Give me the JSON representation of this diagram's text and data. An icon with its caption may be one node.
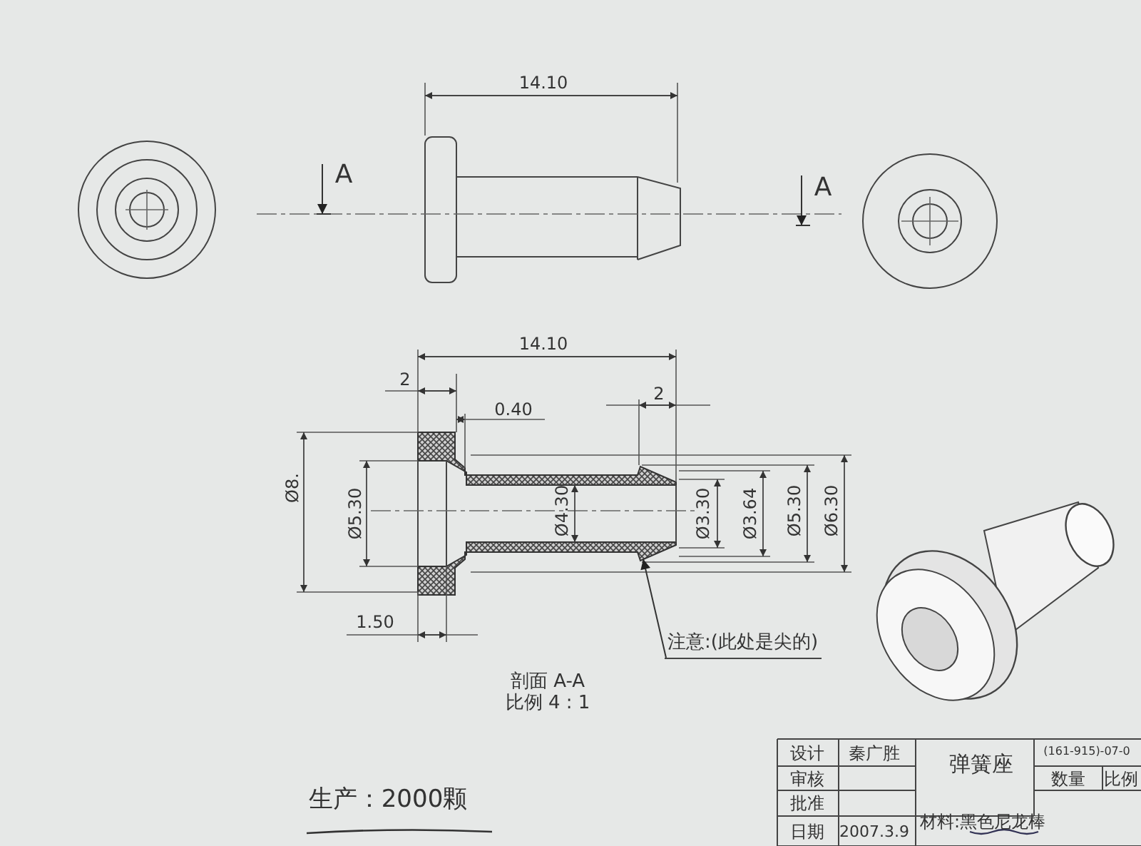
{
  "diagram": {
    "nodes": [
      {
        "text": [
          "注意:(此处是尖的)"
        ]
      },
      {
        "text": [],
        "shape": "picture"
      }
    ],
    "edges": [
      {
        "from": 0,
        "to": 1,
        "arrow": "to"
      }
    ],
    "labels": [
      "14.10",
      "A",
      "A",
      "14.10",
      "2",
      "0.40",
      "2",
      "Ø8.",
      "Ø5.30",
      "Ø4.30",
      "Ø3.30",
      "Ø3.64",
      "Ø5.30",
      "Ø6.30",
      "1.50",
      "剖面 A-A",
      "比例 4 : 1",
      "生产：2000颗",
      "设计",
      "秦广胜",
      "弹簧座",
      "(161-915)-07-0",
      "审核",
      "数量",
      "比例",
      "批准",
      "材料:黑色尼龙棒",
      "日期",
      "2007.3.9"
    ]
  }
}
